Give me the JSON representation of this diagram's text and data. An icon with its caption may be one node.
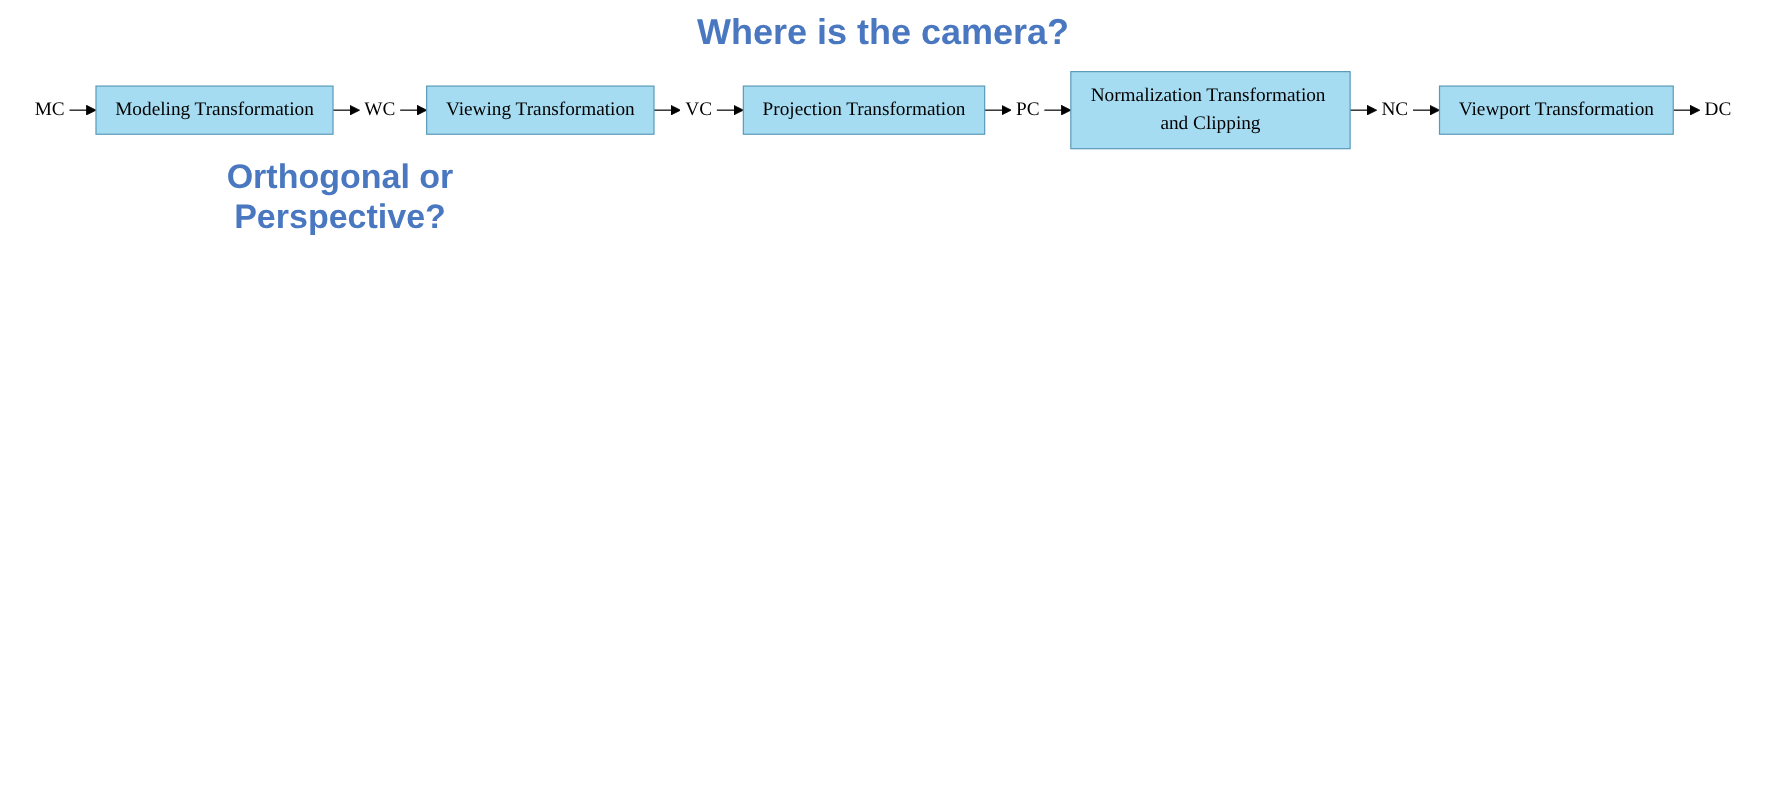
{
  "diagram": {
    "title": "Where is the camera?",
    "nodes": [
      {
        "text": [
          "MC"
        ]
      },
      {
        "text": [
          "Modeling Transformation"
        ]
      },
      {
        "text": [
          "WC"
        ]
      },
      {
        "text": [
          "Viewing Transformation"
        ]
      },
      {
        "text": [
          "VC"
        ]
      },
      {
        "text": [
          "Projection Transformation"
        ]
      },
      {
        "text": [
          "PC"
        ]
      },
      {
        "text": [
          "Normalization Transformation and Clipping"
        ]
      },
      {
        "text": [
          "NC"
        ]
      },
      {
        "text": [
          "Viewport Transformation"
        ]
      },
      {
        "text": [
          "DC"
        ]
      }
    ],
    "edges": [
      {
        "from": 0,
        "to": 1,
        "arrow": "to"
      },
      {
        "from": 1,
        "to": 2,
        "arrow": "to"
      },
      {
        "from": 2,
        "to": 3,
        "arrow": "to"
      },
      {
        "from": 3,
        "to": 4,
        "arrow": "to"
      },
      {
        "from": 4,
        "to": 5,
        "arrow": "to"
      },
      {
        "from": 5,
        "to": 6,
        "arrow": "to"
      },
      {
        "from": 6,
        "to": 7,
        "arrow": "to"
      },
      {
        "from": 7,
        "to": 8,
        "arrow": "to"
      },
      {
        "from": 8,
        "to": 9,
        "arrow": "to"
      },
      {
        "from": 9,
        "to": 10,
        "arrow": "to"
      }
    ],
    "labels": [
      "Orthogonal or Perspective?"
    ]
  }
}
